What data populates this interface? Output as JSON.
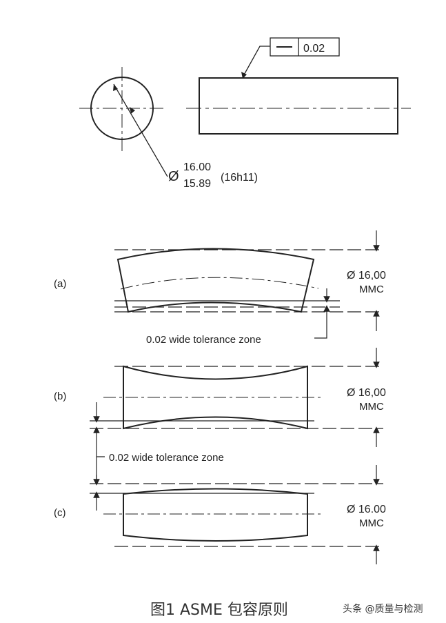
{
  "top_view": {
    "flatness_symbol": "—",
    "flatness_value": "0.02",
    "dia_symbol": "Ø",
    "dia_upper": "16.00",
    "dia_lower": "15.89",
    "fit_code": "(16h11)"
  },
  "cases": [
    {
      "label": "(a)",
      "dia": "Ø 16,00",
      "mmc": "MMC"
    },
    {
      "label": "(b)",
      "dia": "Ø 16,00",
      "mmc": "MMC"
    },
    {
      "label": "(c)",
      "dia": "Ø 16.00",
      "mmc": "MMC"
    }
  ],
  "zone_a": "0.02 wide tolerance zone",
  "zone_b": "0.02 wide tolerance zone",
  "caption": "图1 ASME 包容原则",
  "watermark": "头条 @质量与检测"
}
